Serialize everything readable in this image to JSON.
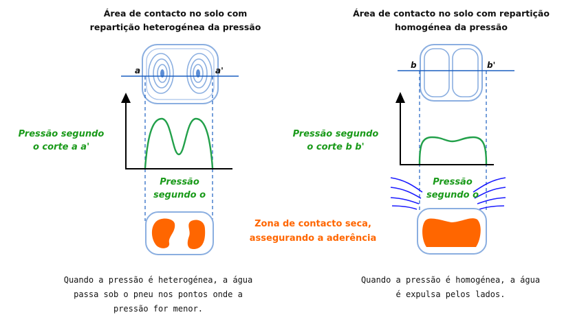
{
  "left": {
    "title_line1": "Área de contacto no solo com",
    "title_line2": "repartição heterogénea  da pressão",
    "section_start": "a",
    "section_end": "a'",
    "pressure_label_line1": "Pressão segundo",
    "pressure_label_line2": "o corte a a'",
    "pressure_mid_line1": "Pressão",
    "pressure_mid_line2": "segundo o",
    "caption_line1": "Quando a pressão é heterogénea, a água",
    "caption_line2": "passa sob o pneu nos pontos onde a",
    "caption_line3": "pressão for menor."
  },
  "right": {
    "title_line1": "Área de contacto no solo com repartição",
    "title_line2": "homogénea da pressão",
    "section_start": "b",
    "section_end": "b'",
    "pressure_label_line1": "Pressão segundo",
    "pressure_label_line2": "o corte b b'",
    "pressure_mid_line1": "Pressão",
    "pressure_mid_line2": "segundo o",
    "caption_line1": "Quando a pressão é homogénea, a água",
    "caption_line2": "é expulsa pelos lados."
  },
  "center": {
    "dry_zone_line1": "Zona de contacto seca,",
    "dry_zone_line2": "assegurando a aderência"
  },
  "colors": {
    "outline": "#8aaee0",
    "section_line": "#1a5fc0",
    "pressure_curve": "#22a04a",
    "dry_patch": "#ff6600",
    "water": "#1a1aff",
    "axis": "#000000"
  }
}
